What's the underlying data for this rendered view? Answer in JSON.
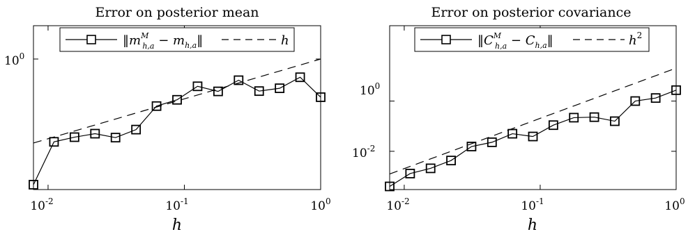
{
  "chart_data": [
    {
      "type": "line",
      "title": "Error on posterior mean",
      "xlabel": "h",
      "ylabel": "",
      "xscale": "log",
      "yscale": "log",
      "xlim": [
        0.0078125,
        1
      ],
      "ylim": [
        0.1,
        1.8
      ],
      "xticks": [
        0.01,
        0.1,
        1
      ],
      "xtick_labels": [
        "10",
        "10",
        "10"
      ],
      "xtick_exponents": [
        "-2",
        "-1",
        "0"
      ],
      "yticks": [
        1
      ],
      "ytick_labels": [
        "10"
      ],
      "ytick_exponents": [
        "0"
      ],
      "grid": false,
      "legend_position": "top",
      "series": [
        {
          "name": "‖m^M_{h,a} − m_{h,a}‖",
          "style": "solid-square-markers",
          "x": [
            0.0078125,
            0.01105,
            0.015625,
            0.0221,
            0.03125,
            0.0442,
            0.0625,
            0.0884,
            0.125,
            0.1768,
            0.25,
            0.3536,
            0.5,
            0.7071,
            1.0
          ],
          "y": [
            0.109,
            0.232,
            0.252,
            0.268,
            0.25,
            0.288,
            0.436,
            0.487,
            0.618,
            0.565,
            0.688,
            0.568,
            0.597,
            0.725,
            0.51
          ]
        },
        {
          "name": "h",
          "style": "dashed",
          "x": [
            0.0078125,
            1.0
          ],
          "y": [
            0.2273,
            1.0
          ]
        }
      ]
    },
    {
      "type": "line",
      "title": "Error on posterior covariance",
      "xlabel": "h",
      "ylabel": "",
      "xscale": "log",
      "yscale": "log",
      "xlim": [
        0.0078125,
        1
      ],
      "ylim": [
        0.0003,
        1000
      ],
      "xticks": [
        0.01,
        0.1,
        1
      ],
      "xtick_labels": [
        "10",
        "10",
        "10"
      ],
      "xtick_exponents": [
        "-2",
        "-1",
        "0"
      ],
      "yticks": [
        0.01,
        1
      ],
      "ytick_labels": [
        "10",
        "10"
      ],
      "ytick_exponents": [
        "-2",
        "0"
      ],
      "grid": false,
      "legend_position": "top",
      "series": [
        {
          "name": "‖C^M_{h,a} − C_{h,a}‖",
          "style": "solid-square-markers",
          "x": [
            0.0078125,
            0.01105,
            0.015625,
            0.0221,
            0.03125,
            0.0442,
            0.0625,
            0.0884,
            0.125,
            0.1768,
            0.25,
            0.3536,
            0.5,
            0.7071,
            1.0
          ],
          "y": [
            0.0004,
            0.0013,
            0.0021,
            0.0043,
            0.0155,
            0.0229,
            0.0501,
            0.0389,
            0.11,
            0.2185,
            0.229,
            0.158,
            1.0,
            1.32,
            2.72
          ],
          "y_note": ""
        },
        {
          "name": "h^2",
          "style": "dashed",
          "x": [
            0.0078125,
            1.0
          ],
          "y": [
            0.00125,
            20.5
          ]
        }
      ]
    }
  ],
  "legend_text": {
    "left_series": "‖m",
    "left_sup": "M",
    "left_sub": "h,a",
    "left_minus": " − m",
    "left_sub2": "h,a",
    "left_close": "‖",
    "left_ref": "h",
    "right_series": "‖C",
    "right_sup": "M",
    "right_sub": "h,a",
    "right_minus": " − C",
    "right_sub2": "h,a",
    "right_close": "‖",
    "right_ref": "h",
    "right_ref_sup": "2"
  }
}
